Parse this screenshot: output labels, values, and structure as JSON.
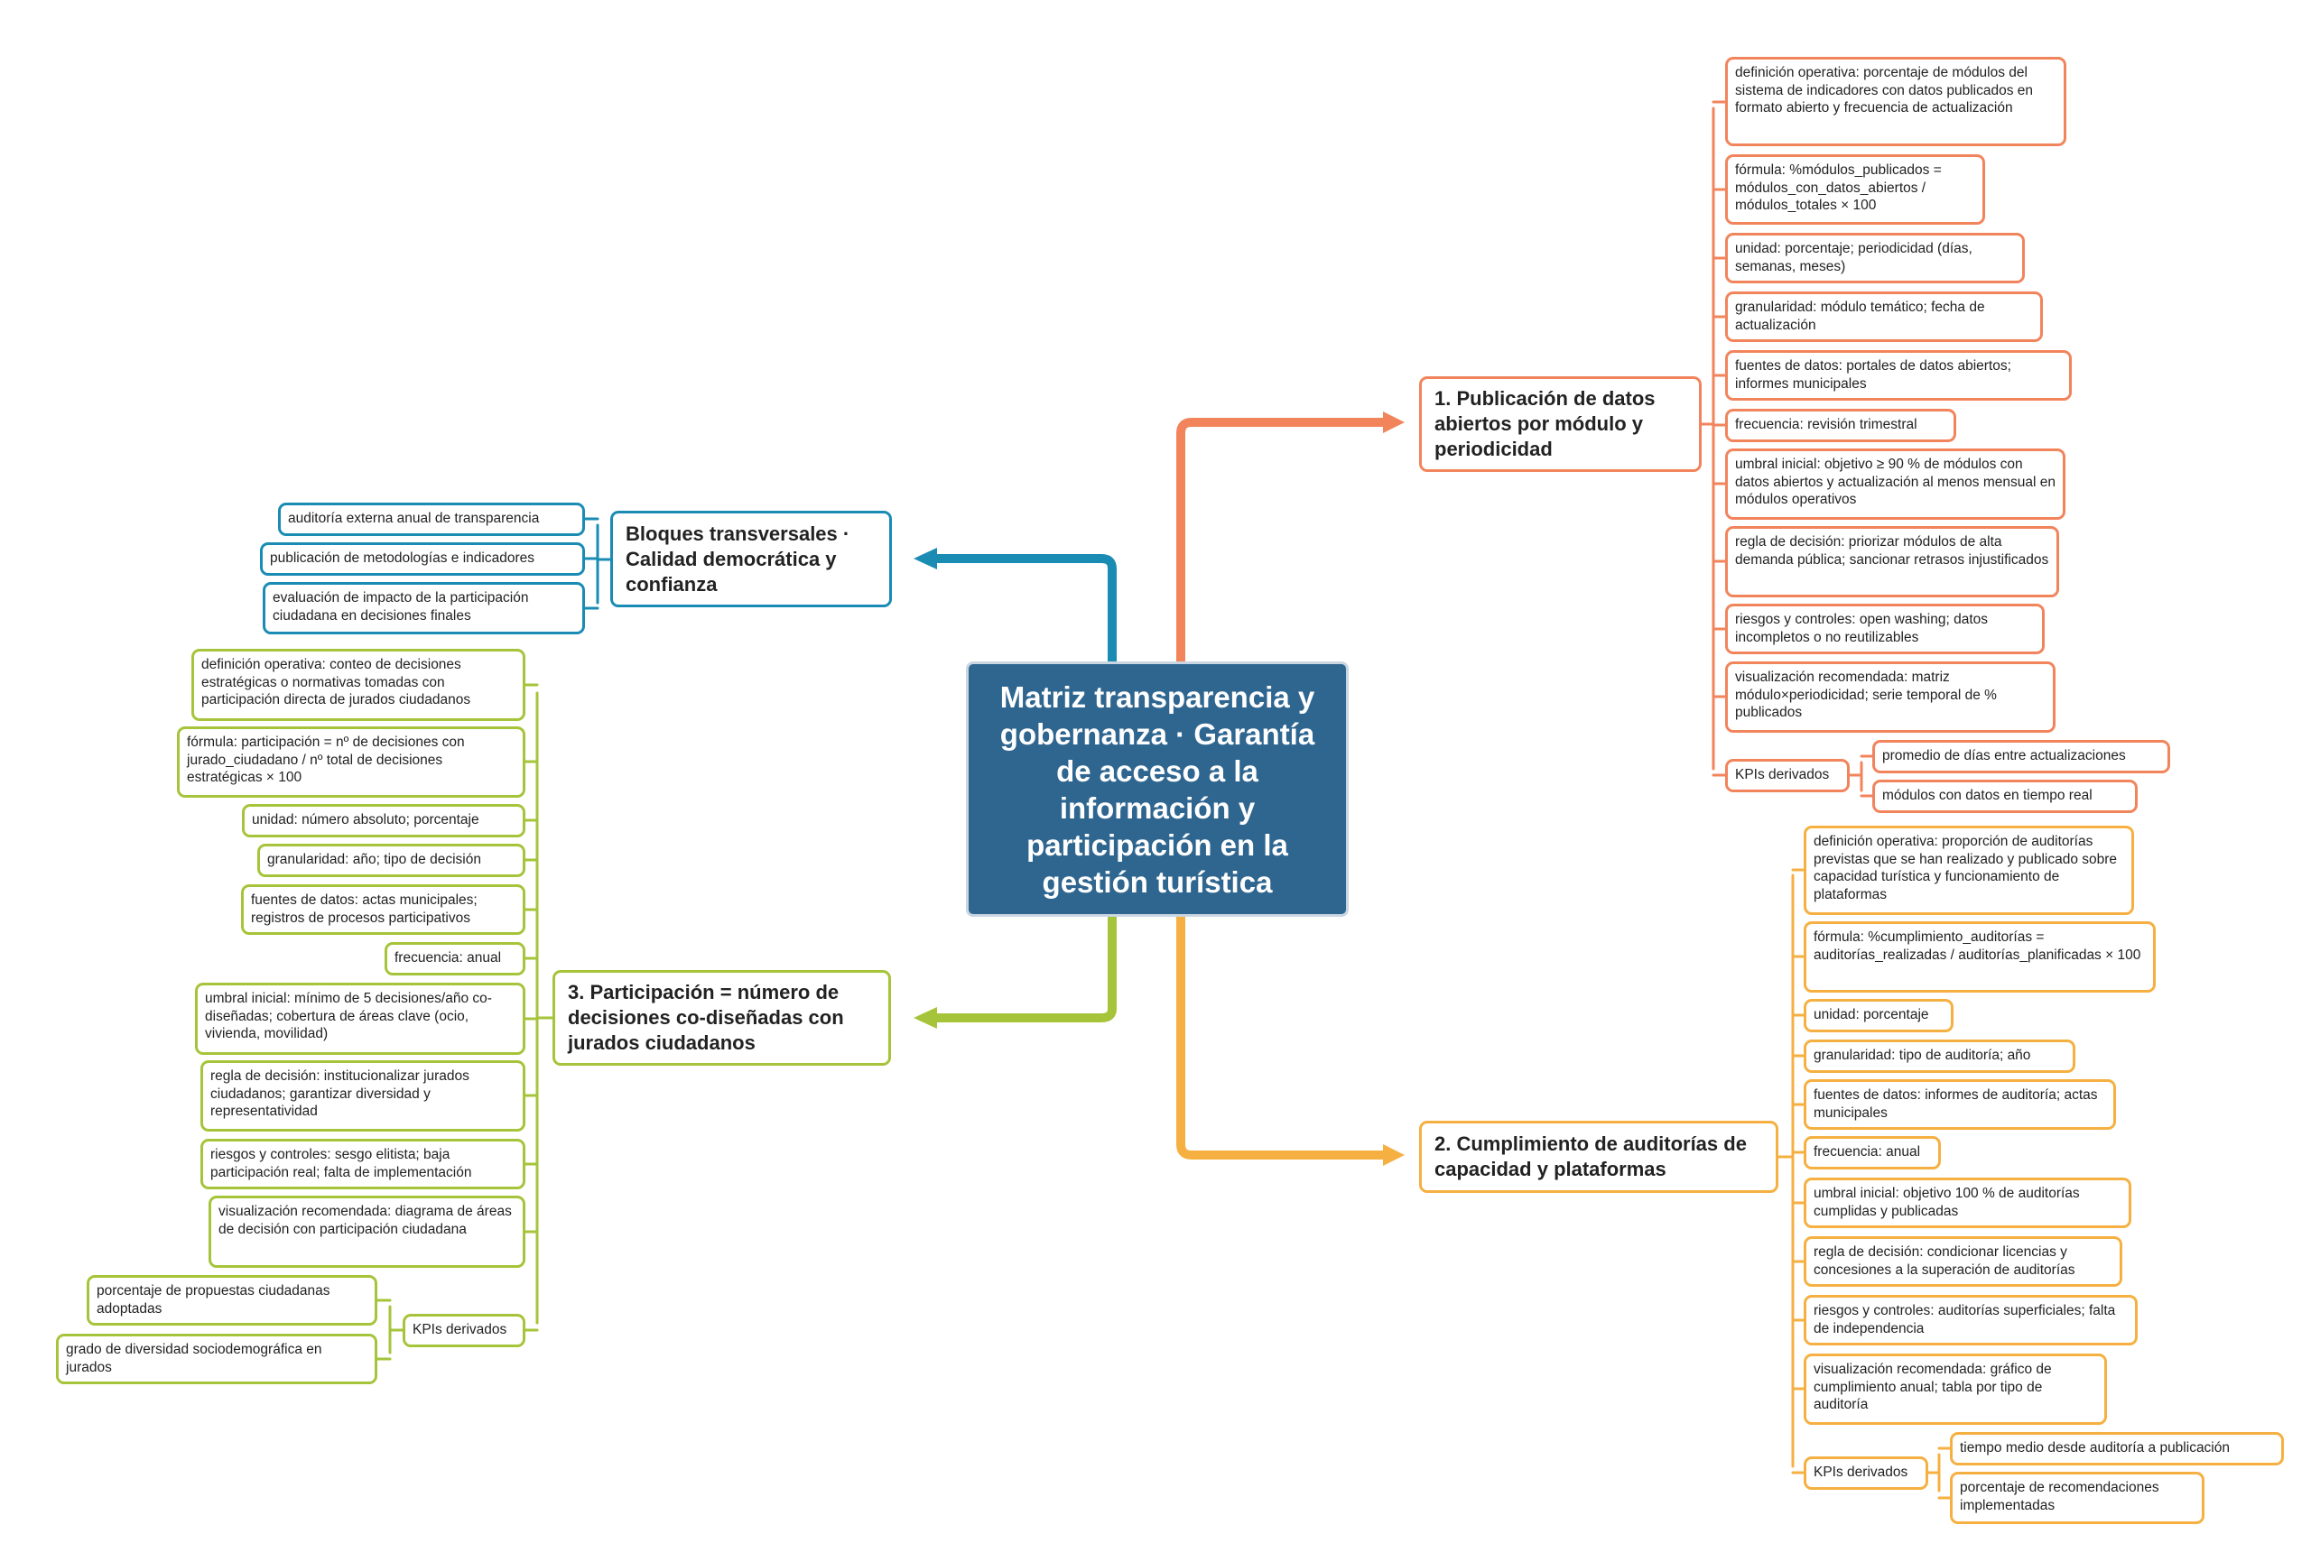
{
  "center": {
    "title": "Matriz transparencia y gobernanza · Garantía de acceso a la información y participación en la gestión turística"
  },
  "colors": {
    "center_fill": "#2f6690",
    "branch_1": "#f2845c",
    "branch_2": "#f5b041",
    "branch_3": "#a6c43a",
    "branch_transversal": "#1a8cb4"
  },
  "branch1": {
    "title": "1. Publicación de datos abiertos por módulo y periodicidad",
    "items": [
      "definición operativa: porcentaje de módulos del sistema de indicadores con datos publicados en formato abierto y frecuencia de actualización",
      "fórmula: %módulos_publicados = módulos_con_datos_abiertos / módulos_totales × 100",
      "unidad: porcentaje; periodicidad (días, semanas, meses)",
      "granularidad: módulo temático; fecha de actualización",
      "fuentes de datos: portales de datos abiertos; informes municipales",
      "frecuencia: revisión trimestral",
      "umbral inicial: objetivo ≥ 90 % de módulos con datos abiertos y actualización al menos mensual en módulos operativos",
      "regla de decisión: priorizar módulos de alta demanda pública; sancionar retrasos injustificados",
      "riesgos y controles: open washing; datos incompletos o no reutilizables",
      "visualización recomendada: matriz módulo×periodicidad; serie temporal de % publicados"
    ],
    "kpis_label": "KPIs derivados",
    "kpis": [
      "promedio de días entre actualizaciones",
      "módulos con datos en tiempo real"
    ]
  },
  "branch2": {
    "title": "2. Cumplimiento de auditorías de capacidad y plataformas",
    "items": [
      "definición operativa: proporción de auditorías previstas que se han realizado y publicado sobre capacidad turística y funcionamiento de plataformas",
      "fórmula: %cumplimiento_auditorías = auditorías_realizadas / auditorías_planificadas × 100",
      "unidad: porcentaje",
      "granularidad: tipo de auditoría; año",
      "fuentes de datos: informes de auditoría; actas municipales",
      "frecuencia: anual",
      "umbral inicial: objetivo 100 % de auditorías cumplidas y publicadas",
      "regla de decisión: condicionar licencias y concesiones a la superación de auditorías",
      "riesgos y controles: auditorías superficiales; falta de independencia",
      "visualización recomendada: gráfico de cumplimiento anual; tabla por tipo de auditoría"
    ],
    "kpis_label": "KPIs derivados",
    "kpis": [
      "tiempo medio desde auditoría a publicación",
      "porcentaje de recomendaciones implementadas"
    ]
  },
  "branch3": {
    "title": "3. Participación = número de decisiones co-diseñadas con jurados ciudadanos",
    "items": [
      "definición operativa: conteo de decisiones estratégicas o normativas tomadas con participación directa de jurados ciudadanos",
      "fórmula: participación = nº de decisiones con jurado_ciudadano / nº total de decisiones estratégicas × 100",
      "unidad: número absoluto; porcentaje",
      "granularidad: año; tipo de decisión",
      "fuentes de datos: actas municipales; registros de procesos participativos",
      "frecuencia: anual",
      "umbral inicial: mínimo de 5 decisiones/año co-diseñadas; cobertura de áreas clave (ocio, vivienda, movilidad)",
      "regla de decisión: institucionalizar jurados ciudadanos; garantizar diversidad y representatividad",
      "riesgos y controles: sesgo elitista; baja participación real; falta de implementación",
      "visualización recomendada: diagrama de áreas de decisión con participación ciudadana"
    ],
    "kpis_label": "KPIs derivados",
    "kpis": [
      "porcentaje de propuestas ciudadanas adoptadas",
      "grado de diversidad sociodemográfica en jurados"
    ]
  },
  "transversal": {
    "title": "Bloques transversales · Calidad democrática y confianza",
    "items": [
      "auditoría externa anual de transparencia",
      "publicación de metodologías e indicadores",
      "evaluación de impacto de la participación ciudadana en decisiones finales"
    ]
  }
}
